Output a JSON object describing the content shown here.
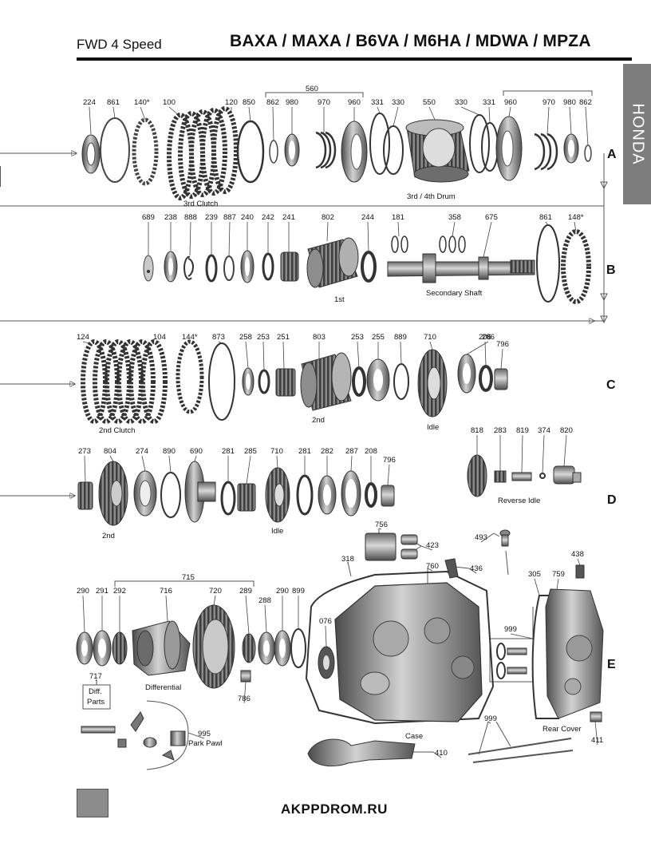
{
  "header": {
    "left": "FWD 4 Speed",
    "right": "BAXA / MAXA / B6VA / M6HA / MDWA / MPZA",
    "tab": "HONDA"
  },
  "footer": {
    "site": "AKPPDROM.RU"
  },
  "rows": {
    "A": {
      "letter": "A",
      "group": "560",
      "labels": [
        "224",
        "861",
        "140*",
        "100",
        "120",
        "850",
        "862",
        "980",
        "970",
        "960",
        "331",
        "330",
        "550",
        "330",
        "331",
        "960",
        "970",
        "980",
        "862"
      ],
      "captions": [
        "3rd Clutch",
        "3rd / 4th Drum"
      ]
    },
    "B": {
      "letter": "B",
      "labels": [
        "689",
        "238",
        "888",
        "239",
        "887",
        "240",
        "242",
        "241",
        "802",
        "244",
        "181",
        "358",
        "675",
        "861",
        "148*"
      ],
      "captions": [
        "1st",
        "Secondary Shaft"
      ]
    },
    "C": {
      "letter": "C",
      "labels": [
        "124",
        "104",
        "144*",
        "873",
        "258",
        "253",
        "251",
        "803",
        "253",
        "255",
        "889",
        "710",
        "286",
        "206",
        "796"
      ],
      "captions": [
        "2nd Clutch",
        "2nd",
        "Idle"
      ]
    },
    "D": {
      "letter": "D",
      "labels": [
        "273",
        "804",
        "274",
        "890",
        "690",
        "281",
        "285",
        "710",
        "281",
        "282",
        "287",
        "208",
        "796",
        "818",
        "283",
        "819",
        "374",
        "820"
      ],
      "captions": [
        "2nd",
        "Idle",
        "Reverse Idle"
      ]
    },
    "E": {
      "letter": "E",
      "group": "715",
      "labels": [
        "290",
        "291",
        "292",
        "716",
        "720",
        "289",
        "288",
        "290",
        "899",
        "717",
        "786",
        "995",
        "076",
        "318",
        "756",
        "423",
        "436",
        "760",
        "493",
        "999",
        "305",
        "759",
        "438",
        "411",
        "999",
        "410"
      ],
      "captions": [
        "Diff. Parts",
        "Differential",
        "Park Pawl",
        "Case",
        "Rear Cover"
      ]
    }
  }
}
